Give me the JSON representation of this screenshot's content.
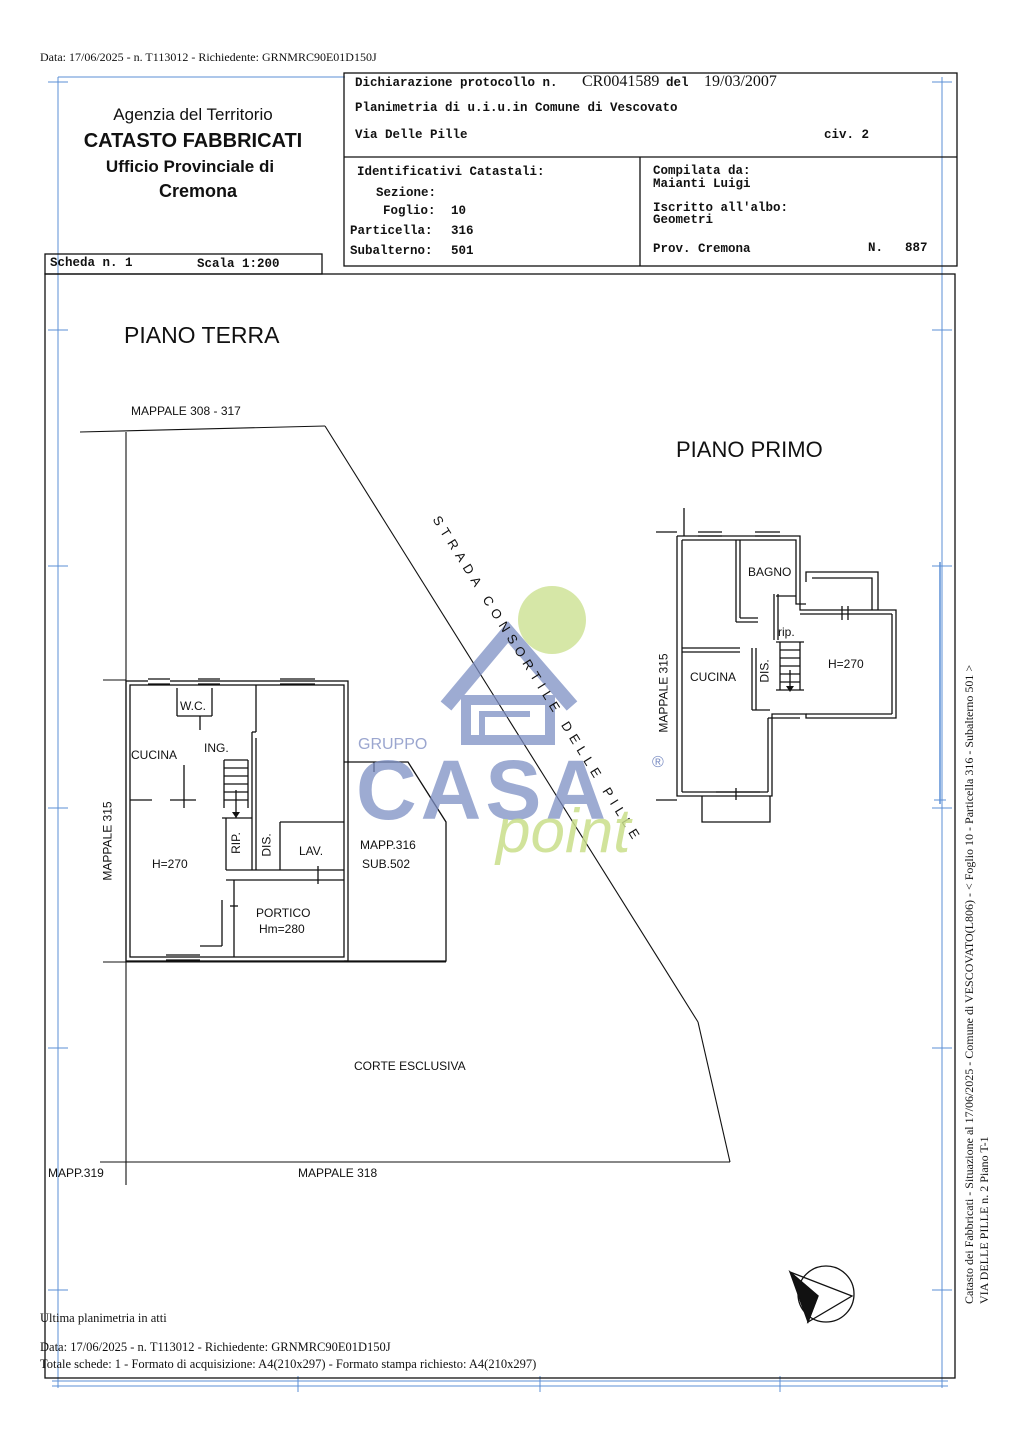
{
  "top_meta": "Data: 17/06/2025 - n. T113012 - Richiedente: GRNMRC90E01D150J",
  "agency": {
    "line1": "Agenzia del Territorio",
    "line2": "CATASTO FABBRICATI",
    "line3": "Ufficio Provinciale di",
    "line4": "Cremona"
  },
  "declaration": {
    "label": "Dichiarazione protocollo n.",
    "protocol": "CR0041589",
    "del_label": "del",
    "date": "19/03/2007",
    "planimetria": "Planimetria di u.i.u.in Comune di Vescovato",
    "street": "Via Delle Pille",
    "civ": "civ. 2"
  },
  "identifiers": {
    "title": "Identificativi Catastali:",
    "sezione": "Sezione:",
    "foglio_label": "Foglio:",
    "foglio": "10",
    "particella_label": "Particella:",
    "particella": "316",
    "subalterno_label": "Subalterno:",
    "subalterno": "501"
  },
  "compiler": {
    "label": "Compilata da:",
    "name": "Maianti Luigi",
    "albo_label": "Iscritto all'albo:",
    "albo": "Geometri",
    "prov": "Prov. Cremona",
    "n_label": "N.",
    "n": "887"
  },
  "sheet": {
    "scheda": "Scheda n. 1",
    "scala": "Scala 1:200"
  },
  "plan": {
    "piano_terra": "PIANO TERRA",
    "piano_primo": "PIANO PRIMO",
    "mappale_top": "MAPPALE 308 - 317",
    "mappale_315": "MAPPALE 315",
    "mappale_315_b": "MAPPALE 315",
    "street_label": "STRADA CONSORTILE DELLE PILLE",
    "corte": "CORTE ESCLUSIVA",
    "mapp_319": "MAPP.319",
    "mappale_318": "MAPPALE 318",
    "ground": {
      "wc": "W.C.",
      "cucina": "CUCINA",
      "ing": "ING.",
      "h": "H=270",
      "rip": "RIP.",
      "dis": "DIS.",
      "lav": "LAV.",
      "portico": "PORTICO",
      "hm": "Hm=280",
      "mapp316": "MAPP.316",
      "sub502": "SUB.502"
    },
    "first": {
      "bagno": "BAGNO",
      "rip": "rip.",
      "cucina": "CUCINA",
      "dis": "DIS.",
      "h": "H=270"
    }
  },
  "watermark": {
    "gruppo": "GRUPPO",
    "casa": "CASA",
    "point": "point",
    "reg": "®"
  },
  "footer": {
    "ultima": "Ultima planimetria in atti",
    "data": "Data: 17/06/2025 - n. T113012 - Richiedente: GRNMRC90E01D150J",
    "totale": "Totale schede: 1 - Formato di acquisizione: A4(210x297)  - Formato stampa richiesto: A4(210x297)"
  },
  "side": {
    "line1": "Catasto dei Fabbricati - Situazione al 17/06/2025 - Comune di VESCOVATO(L806) - < Foglio 10 - Particella 316 - Subalterno 501 >",
    "line2": "VIA DELLE PILLE n. 2 Piano T-1"
  },
  "colors": {
    "frame_blue": "#5b8fd6",
    "watermark_blue": "#7d8fc4",
    "watermark_green": "#c9df8a"
  }
}
